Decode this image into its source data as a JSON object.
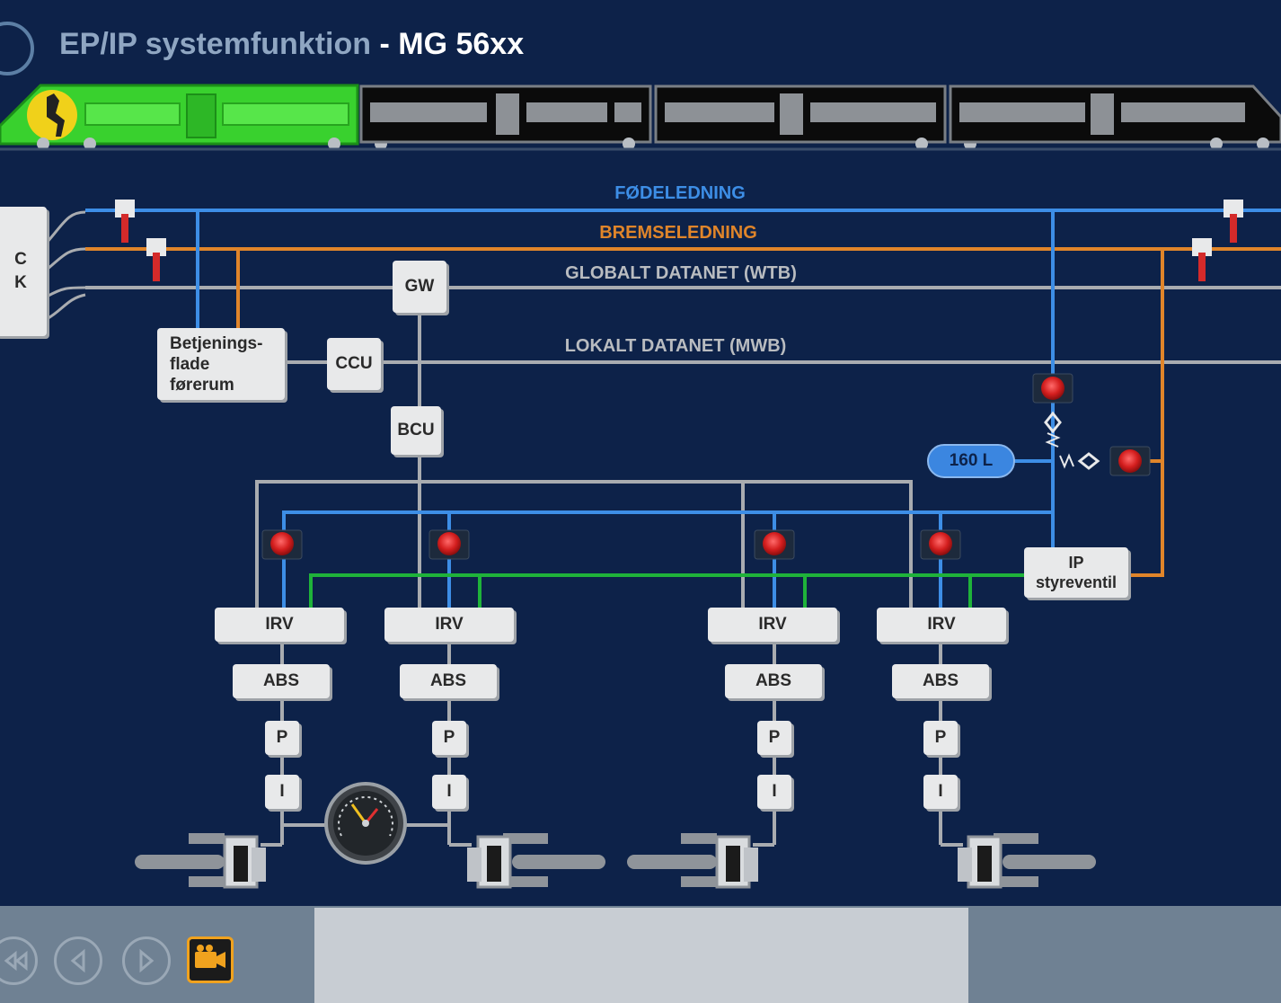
{
  "header": {
    "title_main": "EP/IP systemfunktion",
    "title_sep": " - ",
    "title_model": "MG 56xx"
  },
  "lines": {
    "feed": "FØDELEDNING",
    "brake": "BREMSELEDNING",
    "wtb": "GLOBALT DATANET (WTB)",
    "mwb": "LOKALT DATANET (MWB)"
  },
  "components": {
    "ck_top": "C",
    "ck_bottom": "K",
    "panel_line1": "Betjenings-",
    "panel_line2": "flade",
    "panel_line3": "førerum",
    "gw": "GW",
    "ccu": "CCU",
    "bcu": "BCU",
    "tank": "160 L",
    "ip_line1": "IP",
    "ip_line2": "styreventil",
    "irv": [
      "IRV",
      "IRV",
      "IRV",
      "IRV"
    ],
    "abs": [
      "ABS",
      "ABS",
      "ABS",
      "ABS"
    ],
    "p": [
      "P",
      "P",
      "P",
      "P"
    ],
    "i": [
      "I",
      "I",
      "I",
      "I"
    ]
  },
  "colors": {
    "background": "#0d2249",
    "feed_line": "#3d8ee6",
    "brake_line": "#e0852a",
    "data_line": "#a9acb0",
    "sensor_line": "#1fb33a",
    "active_car": "#39d12e",
    "valve_red": "#d42a2a"
  },
  "icons": {
    "nav_back_fast": "rewind-icon",
    "nav_back": "chevron-left-icon",
    "nav_forward": "chevron-right-icon",
    "video": "video-camera-icon"
  }
}
